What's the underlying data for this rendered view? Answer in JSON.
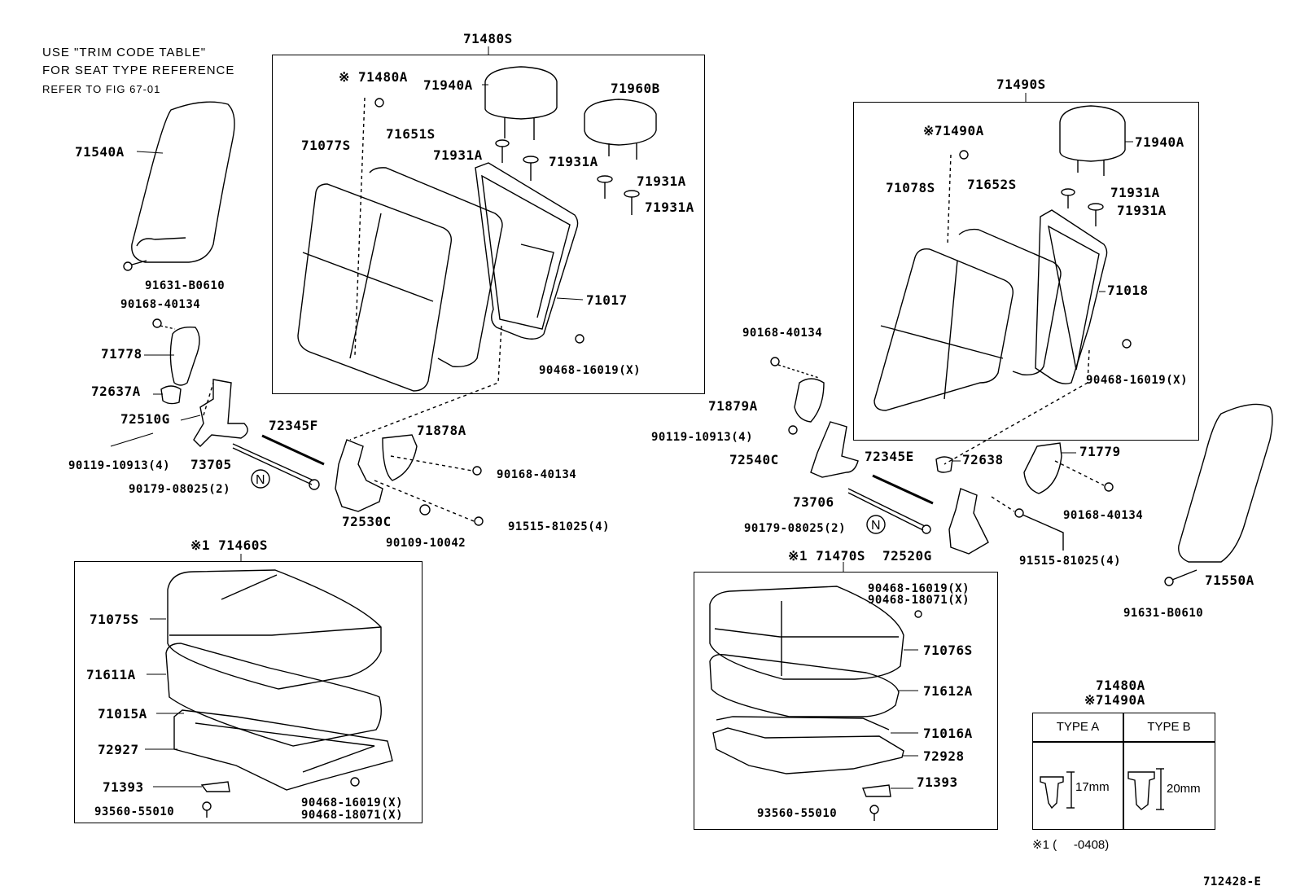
{
  "notes": {
    "line1": "USE \"TRIM CODE TABLE\"",
    "line2": "FOR SEAT TYPE REFERENCE",
    "line3": "REFER TO FIG 67-01"
  },
  "groups": {
    "left_back": "71480S",
    "right_back": "71490S",
    "left_cushion": "※1 71460S",
    "right_cushion": "※1 71470S"
  },
  "labels": {
    "l_71540A": "71540A",
    "l_91631_B0610a": "91631-B0610",
    "l_90168_40134a": "90168-40134",
    "l_71778": "71778",
    "l_72637A": "72637A",
    "l_72510G": "72510G",
    "l_90119_10913a": "90119-10913(4)",
    "l_73705": "73705",
    "l_90179_08025a": "90179-08025(2)",
    "l_72345F": "72345F",
    "l_72530C": "72530C",
    "l_90109_10042": "90109-10042",
    "l_71878A": "71878A",
    "l_90168_40134b": "90168-40134",
    "l_91515_81025a": "91515-81025(4)",
    "l_71480A_mark": "※ 71480A",
    "l_71940A_a": "71940A",
    "l_71960B": "71960B",
    "l_71077S": "71077S",
    "l_71651S": "71651S",
    "l_71931A_1": "71931A",
    "l_71931A_2": "71931A",
    "l_71931A_3": "71931A",
    "l_71931A_4": "71931A",
    "l_71017": "71017",
    "l_90468_16019a": "90468-16019(X)",
    "l_71075S": "71075S",
    "l_71611A": "71611A",
    "l_71015A": "71015A",
    "l_72927": "72927",
    "l_71393a": "71393",
    "l_93560_55010a": "93560-55010",
    "l_90468_16019b": "90468-16019(X)",
    "l_90468_18071b": "90468-18071(X)",
    "l_71490A_mark": "※71490A",
    "l_71940A_b": "71940A",
    "l_71078S": "71078S",
    "l_71652S": "71652S",
    "l_71931A_5": "71931A",
    "l_71931A_6": "71931A",
    "l_71018": "71018",
    "l_90468_16019c": "90468-16019(X)",
    "l_90168_40134c": "90168-40134",
    "l_71879A": "71879A",
    "l_90119_10913b": "90119-10913(4)",
    "l_72540C": "72540C",
    "l_72345E": "72345E",
    "l_72638": "72638",
    "l_73706": "73706",
    "l_90179_08025b": "90179-08025(2)",
    "l_72520G": "72520G",
    "l_71779": "71779",
    "l_90168_40134d": "90168-40134",
    "l_91515_81025b": "91515-81025(4)",
    "l_71550A": "71550A",
    "l_91631_B0610b": "91631-B0610",
    "l_90468_16019d": "90468-16019(X)",
    "l_90468_18071d": "90468-18071(X)",
    "l_71076S": "71076S",
    "l_71612A": "71612A",
    "l_71016A": "71016A",
    "l_72928": "72928",
    "l_71393b": "71393",
    "l_93560_55010b": "93560-55010"
  },
  "clip_table": {
    "title1": "71480A",
    "title2": "※71490A",
    "type_a": "TYPE A",
    "type_b": "TYPE B",
    "dim_a": "17mm",
    "dim_b": "20mm"
  },
  "footnote": "※1 (     -0408)",
  "figure_code": "712428-E"
}
